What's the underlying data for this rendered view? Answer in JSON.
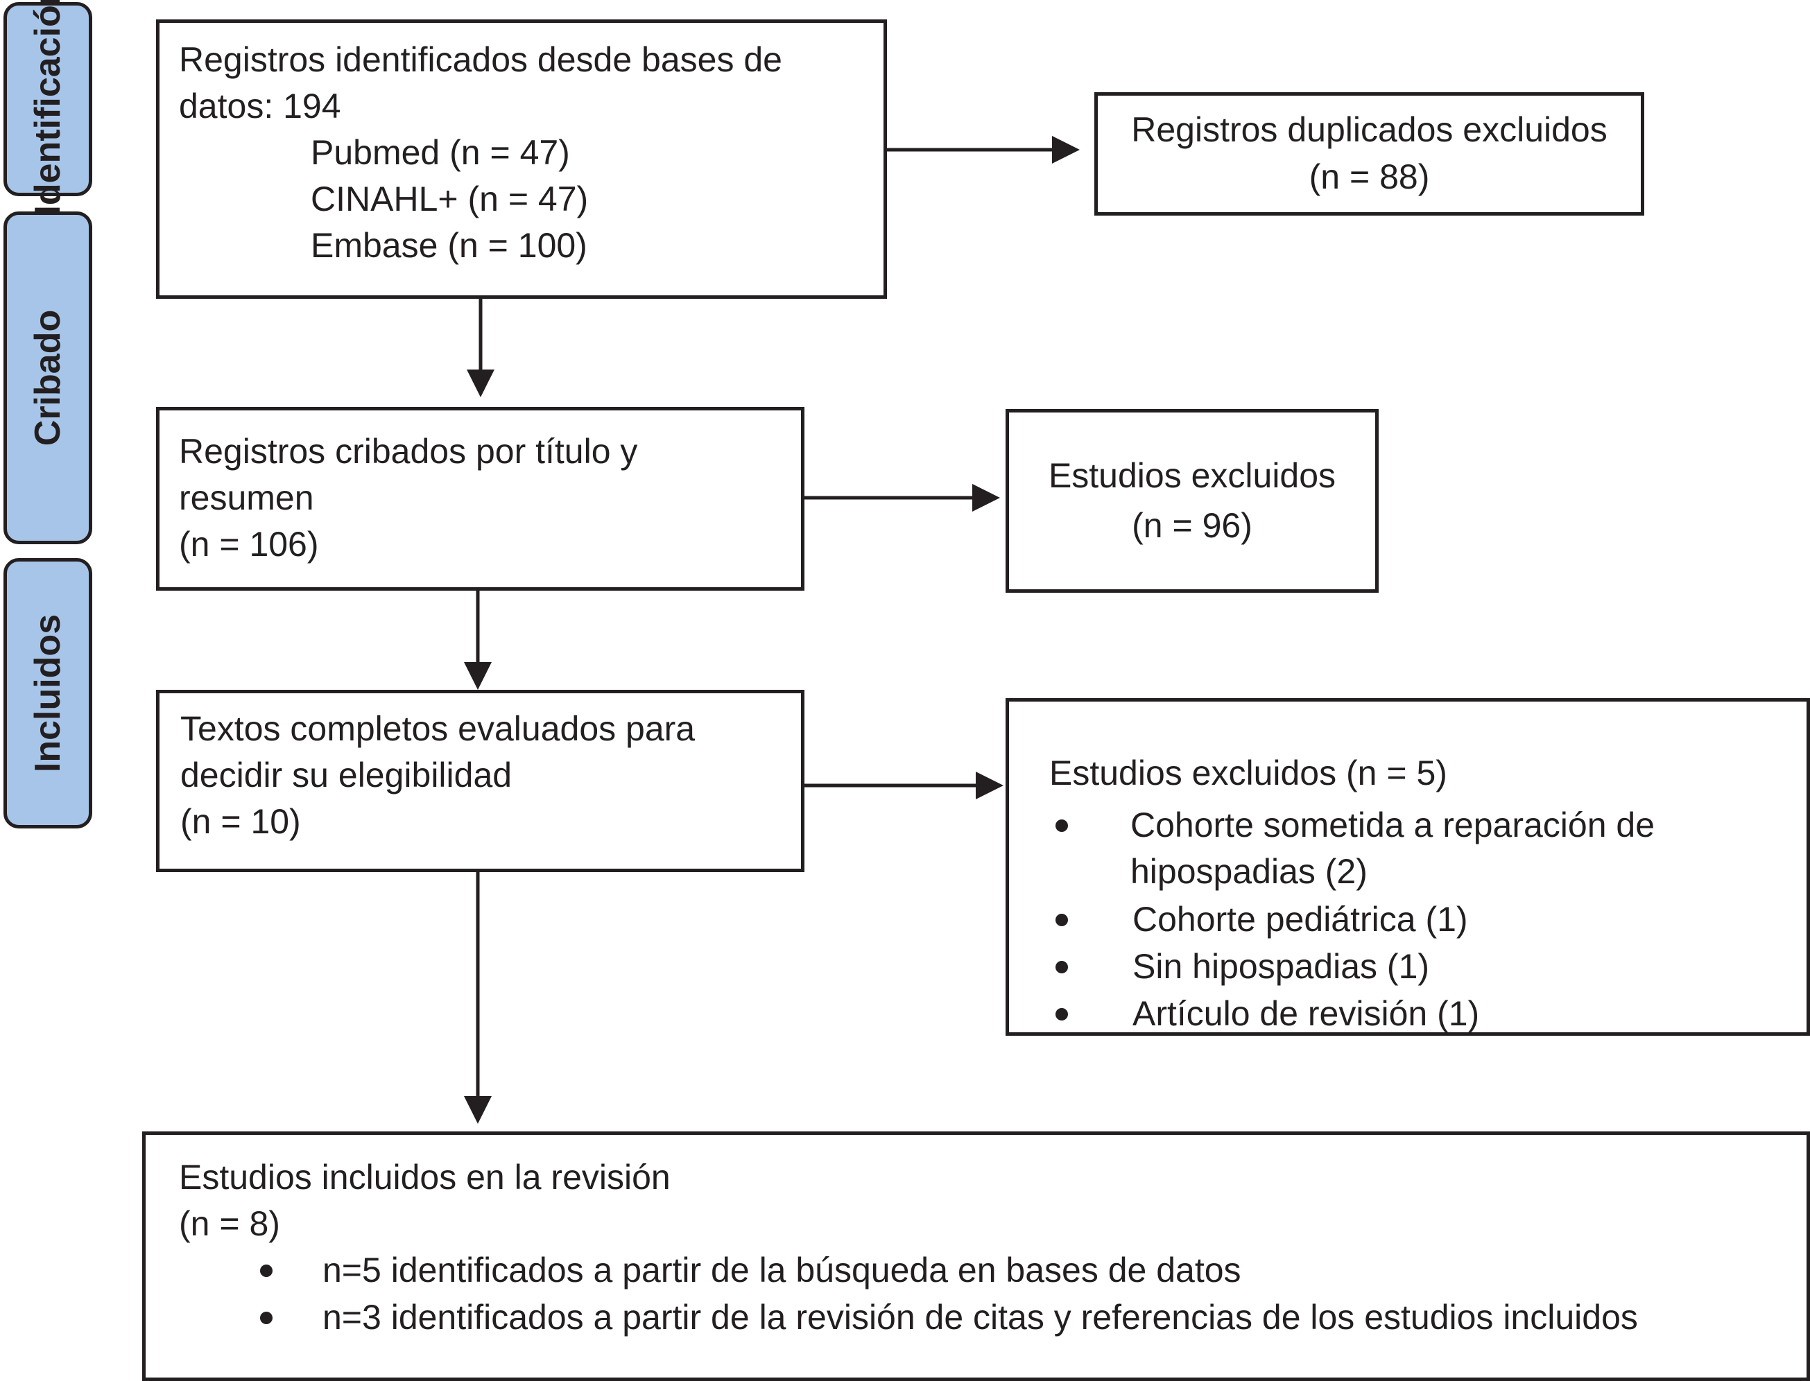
{
  "phases": {
    "identificacion": "Identificación",
    "cribado": "Cribado",
    "incluidos": "Incluidos"
  },
  "boxes": {
    "identified": {
      "line1": "Registros identificados desde bases de",
      "line2": "datos: 194",
      "sources": [
        "Pubmed (n = 47)",
        "CINAHL+ (n = 47)",
        "Embase (n = 100)"
      ]
    },
    "duplicates": {
      "line1": "Registros duplicados excluidos",
      "line2": "(n = 88)"
    },
    "screened": {
      "line1": "Registros cribados por título y",
      "line2": "resumen",
      "line3": "(n = 106)"
    },
    "excluded_screening": {
      "line1": "Estudios excluidos",
      "line2": "(n = 96)"
    },
    "fulltext": {
      "line1": "Textos completos evaluados para",
      "line2": "decidir su elegibilidad",
      "line3": "(n = 10)"
    },
    "excluded_fulltext": {
      "title": "Estudios excluidos (n = 5)",
      "reasons": [
        "Cohorte sometida a reparación de",
        "hipospadias (2)",
        "Cohorte pediátrica (1)",
        "Sin hipospadias (1)",
        "Artículo de revisión (1)"
      ]
    },
    "included": {
      "line1": "Estudios incluidos en la revisión",
      "line2": "(n = 8)",
      "items": [
        "n=5 identificados a partir de la búsqueda en bases de datos",
        "n=3 identificados a partir de la revisión de citas y referencias de los estudios incluidos"
      ]
    }
  },
  "colors": {
    "phase_fill": "#a7c5e8",
    "line": "#231f20"
  }
}
